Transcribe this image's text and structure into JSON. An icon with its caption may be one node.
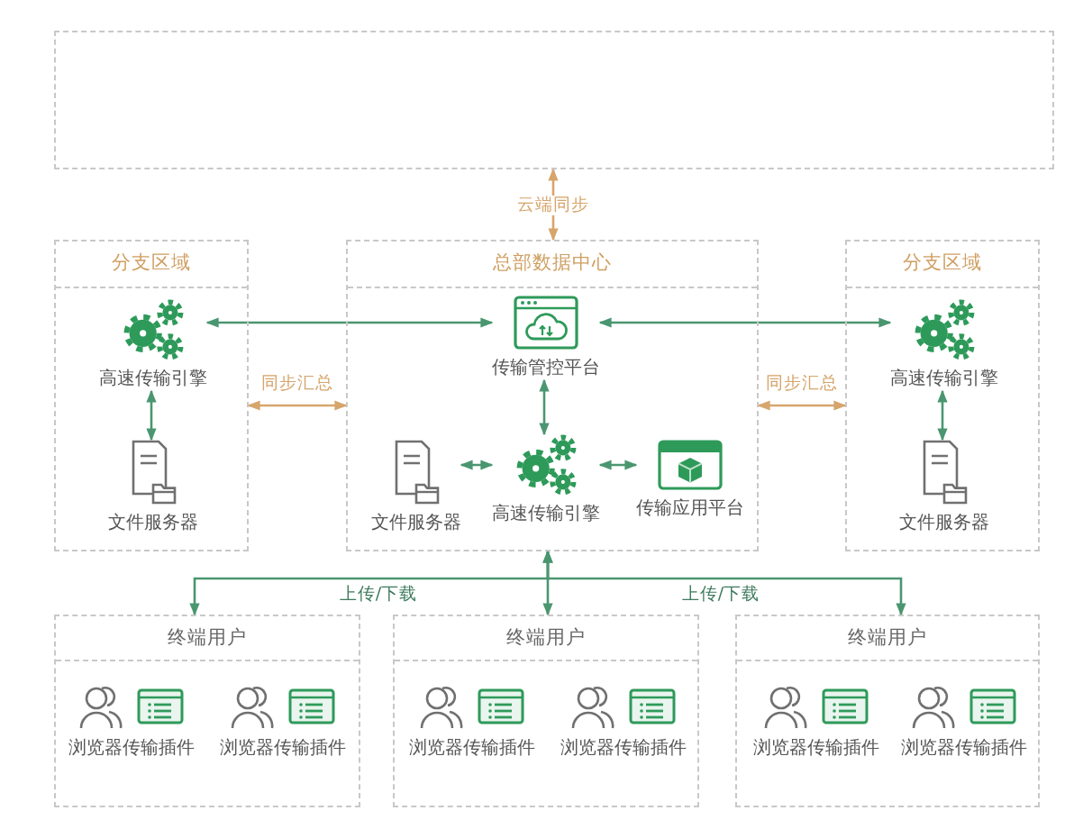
{
  "diagram": {
    "nodes": [
      {
        "text": [],
        "shape": "box"
      },
      {
        "text": [
          "分支区域"
        ]
      },
      {
        "text": [
          "高速传输引擎"
        ],
        "in": 1
      },
      {
        "text": [
          "文件服务器"
        ],
        "in": 1
      },
      {
        "text": [
          "总部数据中心"
        ]
      },
      {
        "text": [
          "传输管控平台"
        ],
        "in": 4
      },
      {
        "text": [
          "文件服务器"
        ],
        "in": 4
      },
      {
        "text": [
          "高速传输引擎"
        ],
        "in": 4
      },
      {
        "text": [
          "传输应用平台"
        ],
        "in": 4
      },
      {
        "text": [
          "分支区域"
        ]
      },
      {
        "text": [
          "高速传输引擎"
        ],
        "in": 9
      },
      {
        "text": [
          "文件服务器"
        ],
        "in": 9
      },
      {
        "text": [
          "终端用户"
        ]
      },
      {
        "text": [
          "浏览器传输插件"
        ],
        "in": 12
      },
      {
        "text": [
          "浏览器传输插件"
        ],
        "in": 12
      },
      {
        "text": [
          "终端用户"
        ]
      },
      {
        "text": [
          "浏览器传输插件"
        ],
        "in": 15
      },
      {
        "text": [
          "浏览器传输插件"
        ],
        "in": 15
      },
      {
        "text": [
          "终端用户"
        ]
      },
      {
        "text": [
          "浏览器传输插件"
        ],
        "in": 18
      },
      {
        "text": [
          "浏览器传输插件"
        ],
        "in": 18
      }
    ],
    "edges": [
      {
        "from": 0,
        "to": 4,
        "arrow": "both",
        "label": "云端同步",
        "color": "#d6a56c"
      },
      {
        "from": 2,
        "to": 5,
        "arrow": "both"
      },
      {
        "from": 5,
        "to": 10,
        "arrow": "both"
      },
      {
        "from": 1,
        "to": 4,
        "arrow": "both",
        "label": "同步汇总",
        "color": "#d6a56c"
      },
      {
        "from": 4,
        "to": 9,
        "arrow": "both",
        "label": "同步汇总",
        "color": "#d6a56c"
      },
      {
        "from": 2,
        "to": 3,
        "arrow": "both"
      },
      {
        "from": 5,
        "to": 7,
        "arrow": "both"
      },
      {
        "from": 6,
        "to": 7,
        "arrow": "both"
      },
      {
        "from": 7,
        "to": 8,
        "arrow": "both"
      },
      {
        "from": 10,
        "to": 11,
        "arrow": "both"
      },
      {
        "from": 4,
        "to": 12,
        "arrow": "both",
        "label": "上传/下载"
      },
      {
        "from": 4,
        "to": 15,
        "arrow": "both"
      },
      {
        "from": 4,
        "to": 18,
        "arrow": "both",
        "label": "上传/下载"
      }
    ]
  }
}
